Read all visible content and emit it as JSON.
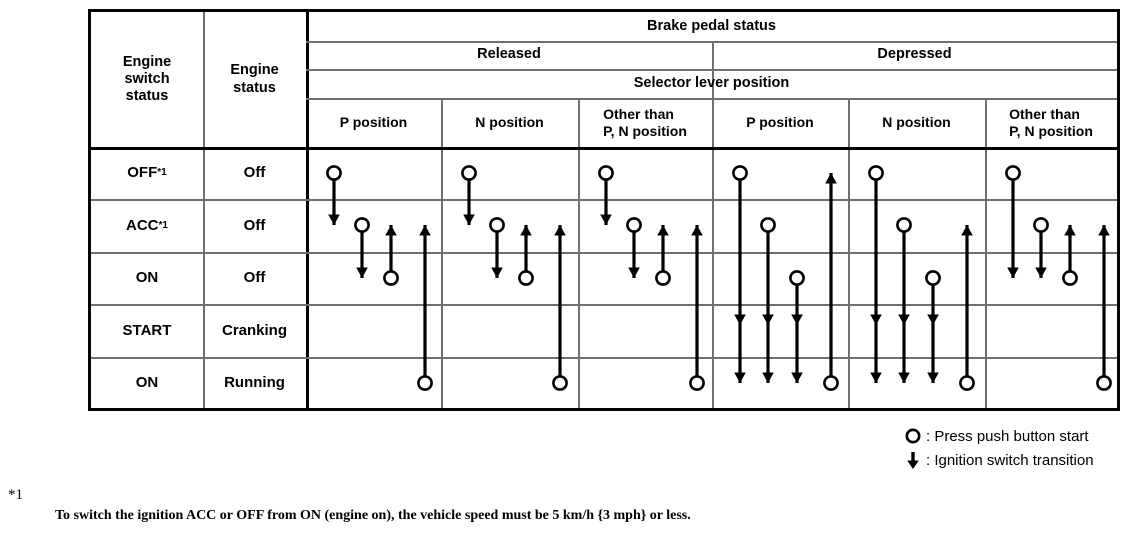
{
  "table": {
    "corner_headers": [
      {
        "id": "engine-switch-status",
        "label": "Engine\nswitch\nstatus"
      },
      {
        "id": "engine-status",
        "label": "Engine\nstatus"
      }
    ],
    "top_header": "Brake pedal status",
    "brake_groups": [
      "Released",
      "Depressed"
    ],
    "selector_header": "Selector lever position",
    "columns": [
      {
        "group": "Released",
        "label": "P position"
      },
      {
        "group": "Released",
        "label": "N position"
      },
      {
        "group": "Released",
        "label": "Other than\nP, N position"
      },
      {
        "group": "Depressed",
        "label": "P position"
      },
      {
        "group": "Depressed",
        "label": "N position"
      },
      {
        "group": "Depressed",
        "label": "Other than\nP, N position"
      }
    ],
    "rows": [
      {
        "switch": "OFF",
        "switch_sup": "*1",
        "engine": "Off"
      },
      {
        "switch": "ACC",
        "switch_sup": "*1",
        "engine": "Off"
      },
      {
        "switch": "ON",
        "switch_sup": "",
        "engine": "Off"
      },
      {
        "switch": "START",
        "switch_sup": "",
        "engine": "Cranking"
      },
      {
        "switch": "ON",
        "switch_sup": "",
        "engine": "Running"
      }
    ]
  },
  "diagram": {
    "row_labels": [
      "OFF",
      "ACC",
      "ON",
      "START",
      "ON"
    ],
    "column_patterns": [
      {
        "column": "Released / P position",
        "transitions": [
          {
            "lane": 0,
            "from_row": 0,
            "to_row": 1,
            "direction": "down",
            "start": "circle",
            "end": "arrow"
          },
          {
            "lane": 1,
            "from_row": 1,
            "to_row": 2,
            "direction": "down",
            "start": "circle",
            "end": "arrow"
          },
          {
            "lane": 2,
            "from_row": 2,
            "to_row": 1,
            "direction": "up",
            "start": "circle",
            "end": "arrow"
          },
          {
            "lane": 3,
            "from_row": 4,
            "to_row": 1,
            "direction": "up",
            "start": "circle",
            "end": "arrow"
          }
        ]
      },
      {
        "column": "Released / N position",
        "transitions": [
          {
            "lane": 0,
            "from_row": 0,
            "to_row": 1,
            "direction": "down",
            "start": "circle",
            "end": "arrow"
          },
          {
            "lane": 1,
            "from_row": 1,
            "to_row": 2,
            "direction": "down",
            "start": "circle",
            "end": "arrow"
          },
          {
            "lane": 2,
            "from_row": 2,
            "to_row": 1,
            "direction": "up",
            "start": "circle",
            "end": "arrow"
          },
          {
            "lane": 3,
            "from_row": 4,
            "to_row": 1,
            "direction": "up",
            "start": "circle",
            "end": "arrow"
          }
        ]
      },
      {
        "column": "Released / Other than P, N position",
        "transitions": [
          {
            "lane": 0,
            "from_row": 0,
            "to_row": 1,
            "direction": "down",
            "start": "circle",
            "end": "arrow"
          },
          {
            "lane": 1,
            "from_row": 1,
            "to_row": 2,
            "direction": "down",
            "start": "circle",
            "end": "arrow"
          },
          {
            "lane": 2,
            "from_row": 2,
            "to_row": 1,
            "direction": "up",
            "start": "circle",
            "end": "arrow"
          },
          {
            "lane": 3,
            "from_row": 4,
            "to_row": 1,
            "direction": "up",
            "start": "circle",
            "end": "arrow"
          }
        ]
      },
      {
        "column": "Depressed / P position",
        "transitions": [
          {
            "lane": 0,
            "from_row": 0,
            "to_row": 4,
            "direction": "down",
            "start": "circle",
            "end": "arrow",
            "mid_arrow_row": 3
          },
          {
            "lane": 1,
            "from_row": 1,
            "to_row": 4,
            "direction": "down",
            "start": "circle",
            "end": "arrow",
            "mid_arrow_row": 3
          },
          {
            "lane": 2,
            "from_row": 2,
            "to_row": 4,
            "direction": "down",
            "start": "circle",
            "end": "arrow",
            "mid_arrow_row": 3
          },
          {
            "lane": 3,
            "from_row": 4,
            "to_row": 0,
            "direction": "up",
            "start": "circle",
            "end": "arrow"
          }
        ]
      },
      {
        "column": "Depressed / N position",
        "transitions": [
          {
            "lane": 0,
            "from_row": 0,
            "to_row": 4,
            "direction": "down",
            "start": "circle",
            "end": "arrow",
            "mid_arrow_row": 3
          },
          {
            "lane": 1,
            "from_row": 1,
            "to_row": 4,
            "direction": "down",
            "start": "circle",
            "end": "arrow",
            "mid_arrow_row": 3
          },
          {
            "lane": 2,
            "from_row": 2,
            "to_row": 4,
            "direction": "down",
            "start": "circle",
            "end": "arrow",
            "mid_arrow_row": 3
          },
          {
            "lane": 3,
            "from_row": 4,
            "to_row": 1,
            "direction": "up",
            "start": "circle",
            "end": "arrow"
          }
        ]
      },
      {
        "column": "Depressed / Other than P, N position",
        "transitions": [
          {
            "lane": 0,
            "from_row": 0,
            "to_row": 2,
            "direction": "down",
            "start": "circle",
            "end": "arrow"
          },
          {
            "lane": 1,
            "from_row": 1,
            "to_row": 2,
            "direction": "down",
            "start": "circle",
            "end": "arrow"
          },
          {
            "lane": 2,
            "from_row": 2,
            "to_row": 1,
            "direction": "up",
            "start": "circle",
            "end": "arrow"
          },
          {
            "lane": 3,
            "from_row": 4,
            "to_row": 1,
            "direction": "up",
            "start": "circle",
            "end": "arrow"
          }
        ]
      }
    ]
  },
  "legend": {
    "items": [
      {
        "icon": "circle",
        "text": ": Press push button start"
      },
      {
        "icon": "down-arrow",
        "text": ": Ignition switch transition"
      }
    ]
  },
  "footnote": {
    "mark": "*1",
    "text": "To switch the ignition ACC or OFF from ON (engine on), the vehicle speed must be 5 km/h {3 mph} or less."
  },
  "colors": {
    "line": "#000000",
    "grid": "#6f6f6f",
    "background": "#ffffff"
  }
}
